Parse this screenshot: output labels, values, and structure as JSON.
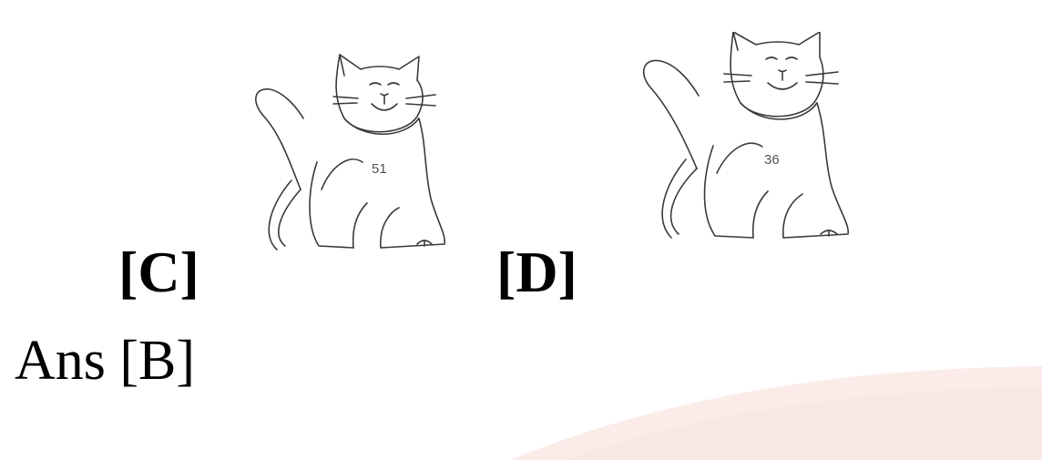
{
  "options": {
    "c": {
      "label": "[C]",
      "cat_number": "51"
    },
    "d": {
      "label": "[D]",
      "cat_number": "36"
    }
  },
  "answer": "Ans [B]",
  "colors": {
    "swoosh": "#fbece9",
    "text": "#000000",
    "cat_line": "#3a3a3a"
  }
}
